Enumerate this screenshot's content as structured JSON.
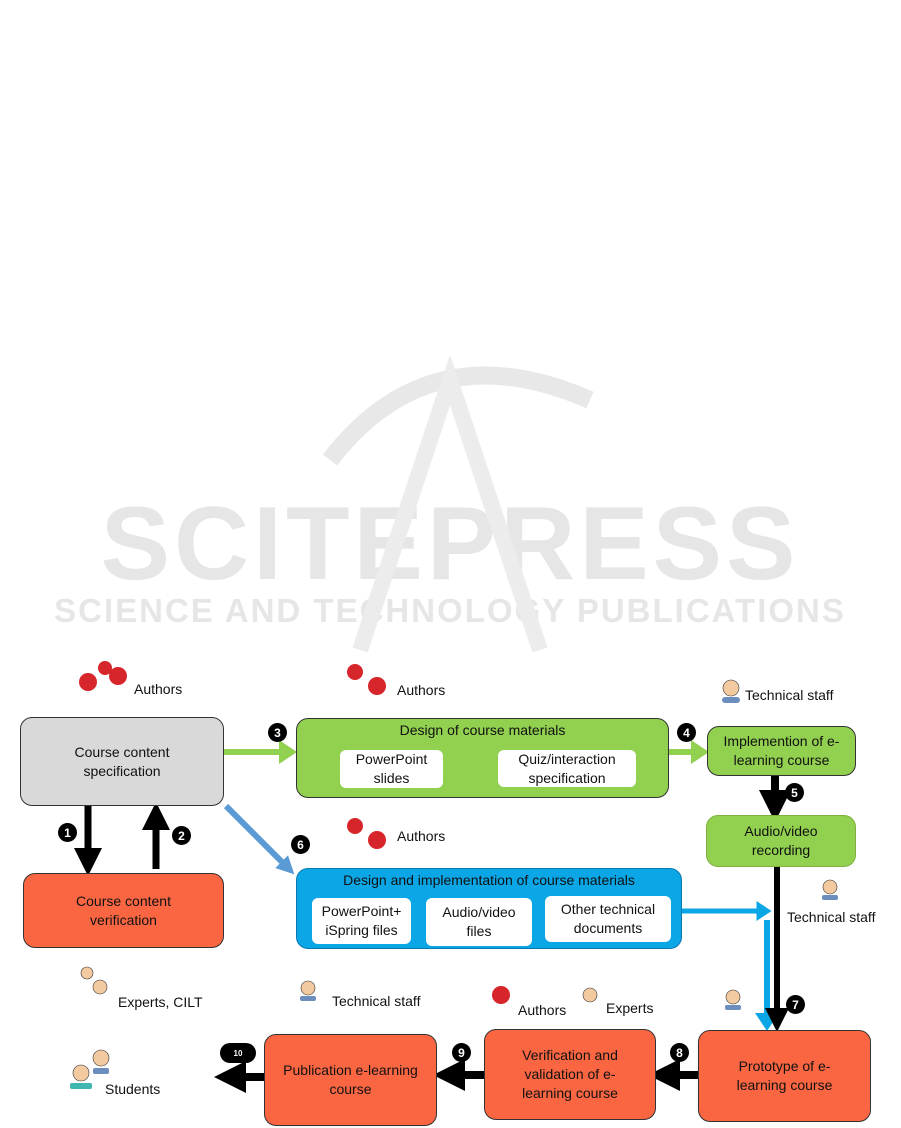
{
  "watermark": {
    "title": "SCITEPRESS",
    "subtitle": "SCIENCE AND TECHNOLOGY PUBLICATIONS"
  },
  "roles": {
    "authors_1": "Authors",
    "authors_2": "Authors",
    "authors_3": "Authors",
    "technical_staff_1": "Technical staff",
    "technical_staff_2": "Technical staff",
    "technical_staff_3": "Technical staff",
    "experts_cilt": "Experts, CILT",
    "authors_4": "Authors",
    "experts": "Experts",
    "students": "Students"
  },
  "boxes": {
    "spec": "Course content specification",
    "verification": "Course content verification",
    "design": {
      "title": "Design of course materials",
      "items": [
        "PowerPoint slides",
        "Quiz/interaction specification"
      ]
    },
    "implementation": "Implemention of e-learning course",
    "recording": "Audio/video recording",
    "design_impl": {
      "title": "Design and implementation of course materials",
      "items": [
        "PowerPoint+ iSpring  files",
        "Audio/video files",
        "Other technical documents"
      ]
    },
    "prototype": "Prototype of e-learning course",
    "validation": "Verification and validation of e-learning course",
    "publication": "Publication e-learning course"
  },
  "steps": [
    "1",
    "2",
    "3",
    "4",
    "5",
    "6",
    "7",
    "8",
    "9",
    "10"
  ],
  "colors": {
    "orange": "#fa6642",
    "green": "#92d050",
    "blue": "#0aa6e6",
    "gray": "#d9d9d9"
  }
}
